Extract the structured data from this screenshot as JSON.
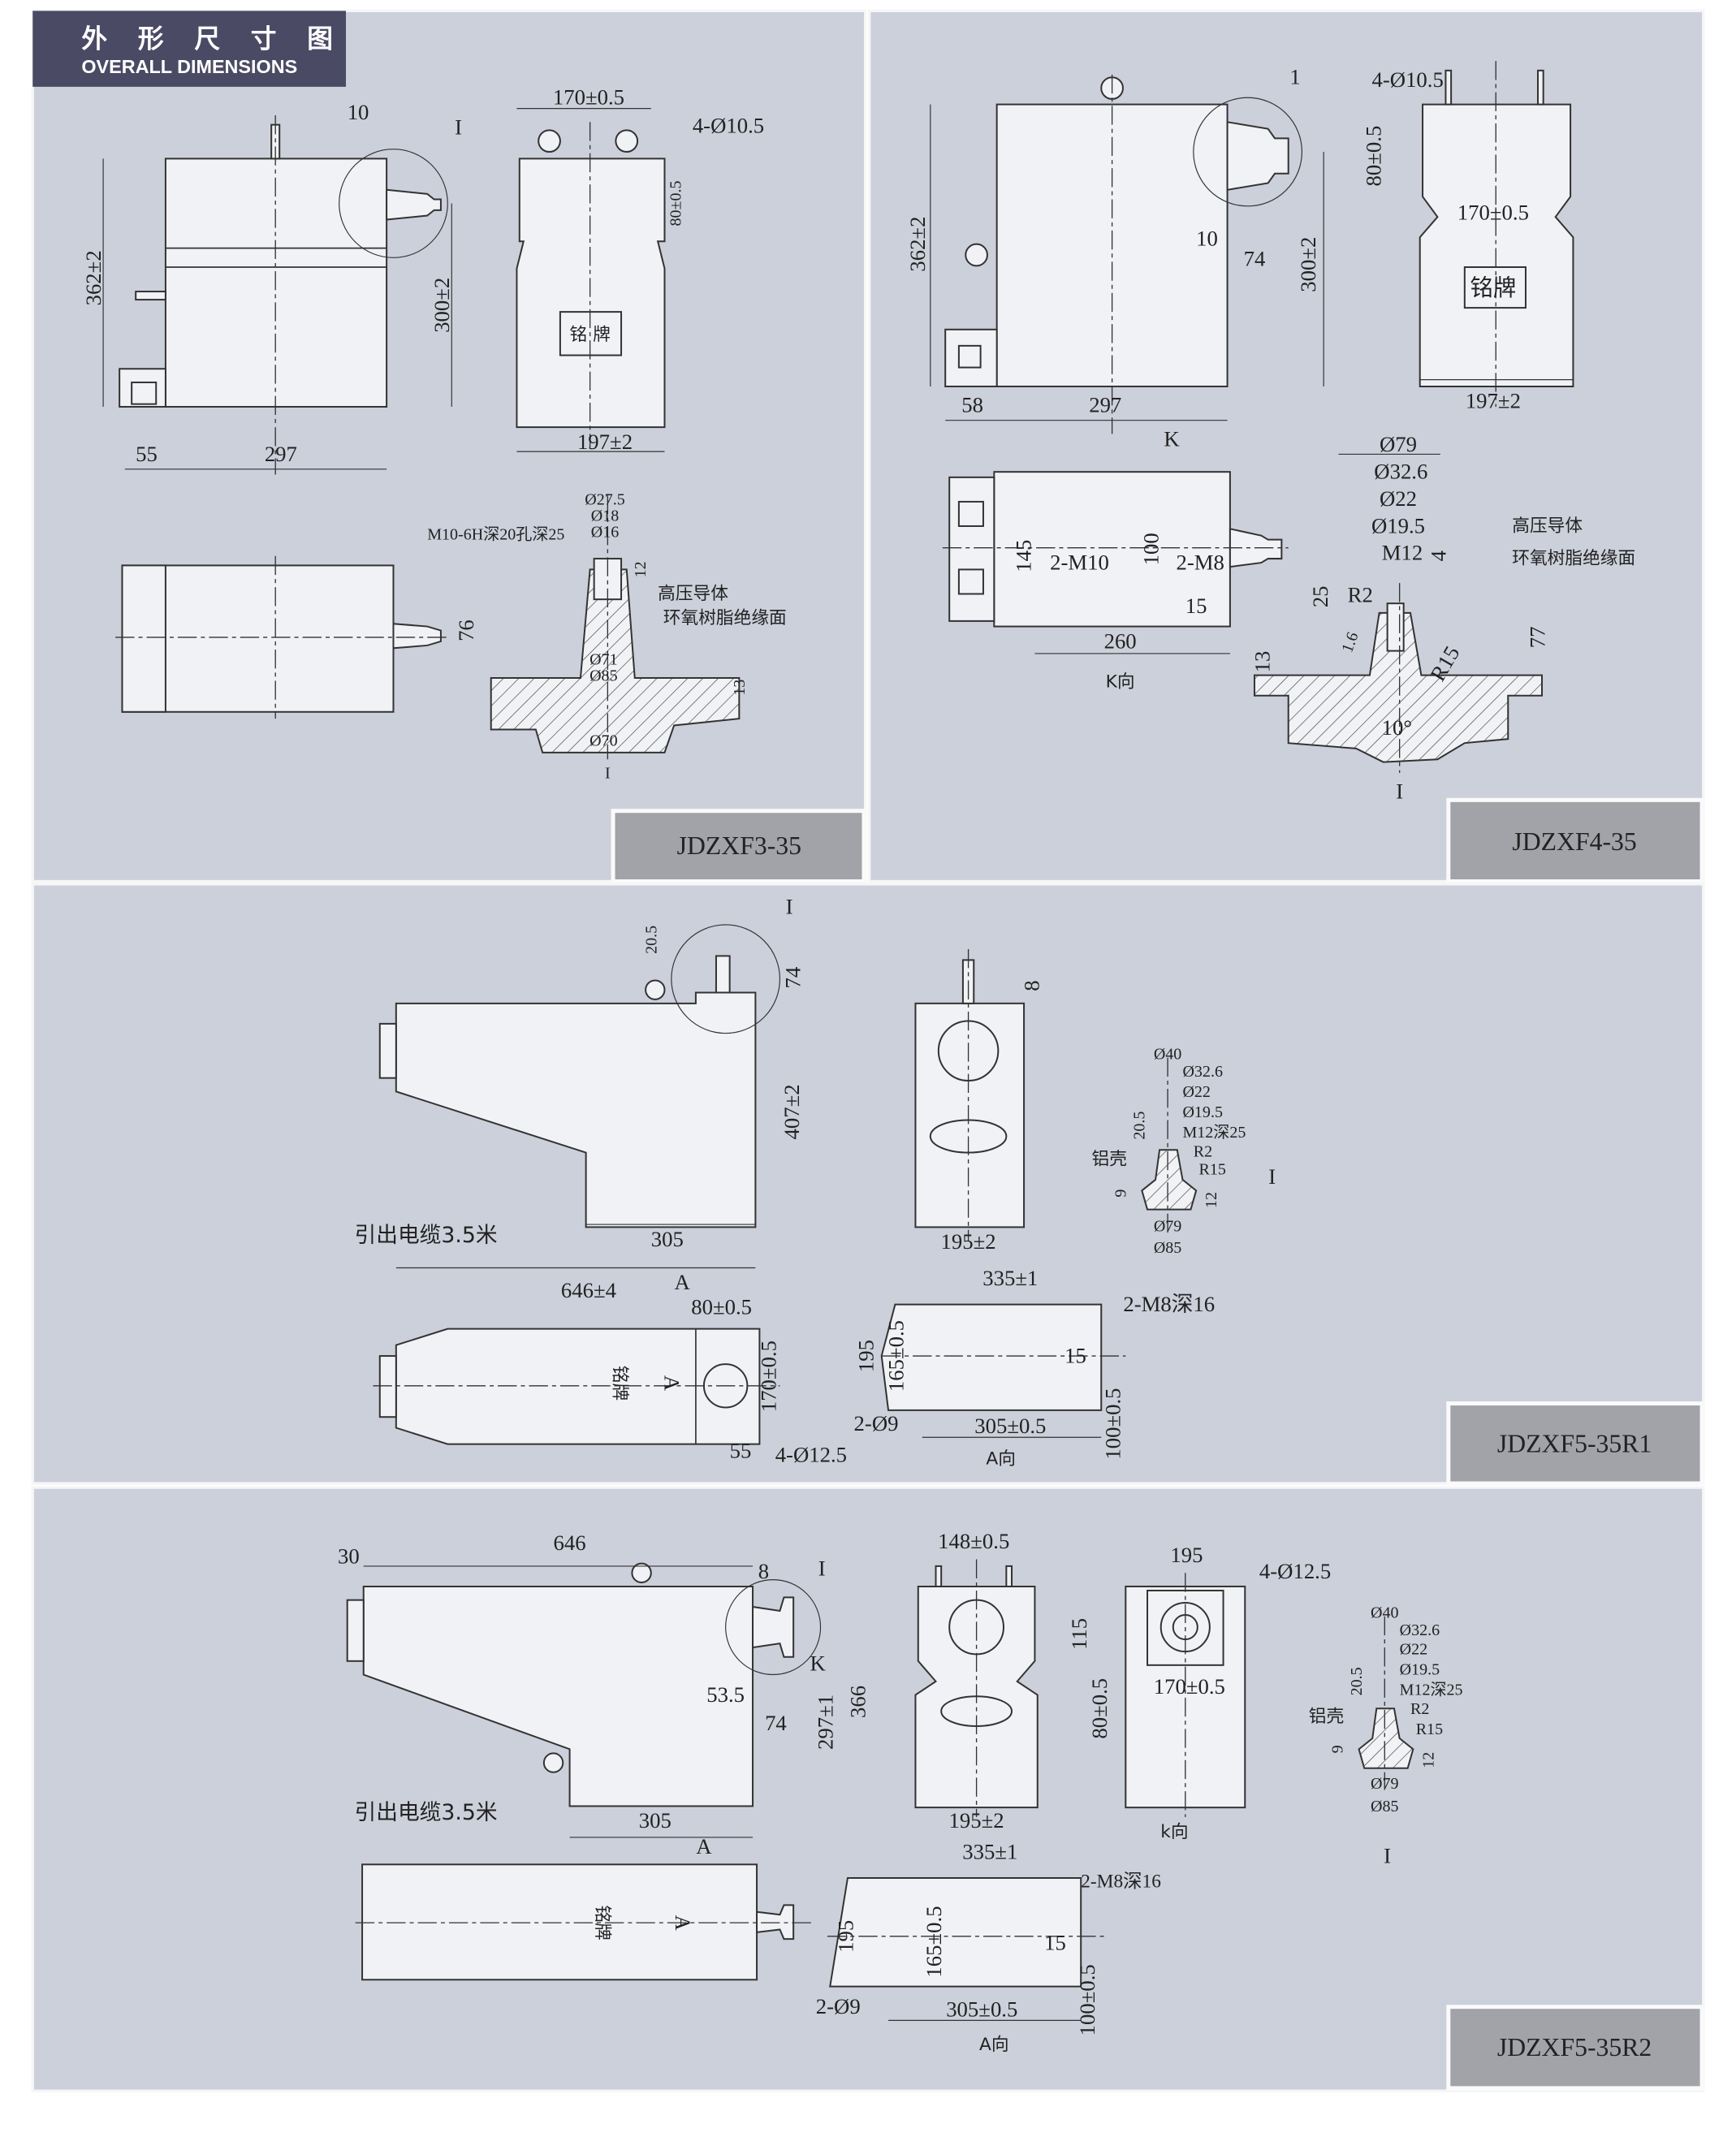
{
  "header": {
    "title_cn": "外 形 尺 寸 图",
    "title_en": "OVERALL DIMENSIONS"
  },
  "p1": {
    "model": "JDZXF3-35",
    "l": [
      "10",
      "I",
      "362±2",
      "300±2",
      "55",
      "297",
      "170±0.5",
      "4-Ø10.5",
      "80±0.5",
      "铭 牌",
      "197±2",
      "M10-6H深20孔深25",
      "Ø27.5",
      "Ø18",
      "Ø16",
      "12",
      "76",
      "高压导体",
      "环氧树脂绝缘面",
      "Ø71",
      "Ø85",
      "13",
      "Ø70",
      "I"
    ]
  },
  "p2": {
    "model": "JDZXF4-35",
    "l": [
      "1",
      "4-Ø10.5",
      "362±2",
      "10",
      "74",
      "300±2",
      "58",
      "297",
      "K",
      "80±0.5",
      "170±0.5",
      "铭牌",
      "197±2",
      "145",
      "2-M10",
      "100",
      "2-M8",
      "15",
      "260",
      "K向",
      "Ø79",
      "Ø32.6",
      "Ø22",
      "Ø19.5",
      "M12",
      "4",
      "高压导体",
      "环氧树脂绝缘面",
      "25",
      "R2",
      "1.6",
      "77",
      "13",
      "R15",
      "10°",
      "I"
    ]
  },
  "p3": {
    "model": "JDZXF5-35R1",
    "l": [
      "20.5",
      "I",
      "74",
      "407±2",
      "引出电缆3.5米",
      "305",
      "646±4",
      "A",
      "8",
      "195±2",
      "Ø40",
      "Ø32.6",
      "Ø22",
      "Ø19.5",
      "M12深25",
      "20.5",
      "铝壳",
      "R2",
      "R15",
      "I",
      "9",
      "12",
      "Ø79",
      "Ø85",
      "80±0.5",
      "170±0.5",
      "55",
      "4-Ø12.5",
      "铭牌",
      "A",
      "335±1",
      "2-M8深16",
      "195",
      "165±0.5",
      "15",
      "2-Ø9",
      "305±0.5",
      "100±0.5",
      "A向"
    ]
  },
  "p4": {
    "model": "JDZXF5-35R2",
    "l": [
      "30",
      "646",
      "8",
      "I",
      "K",
      "53.5",
      "74",
      "297±1",
      "366",
      "引出电缆3.5米",
      "305",
      "A",
      "148±0.5",
      "195±2",
      "195",
      "4-Ø12.5",
      "115",
      "170±0.5",
      "80±0.5",
      "k向",
      "Ø40",
      "Ø32.6",
      "Ø22",
      "Ø19.5",
      "M12深25",
      "20.5",
      "铝壳",
      "R2",
      "R15",
      "9",
      "12",
      "Ø79",
      "Ø85",
      "I",
      "铭牌",
      "A",
      "335±1",
      "2-M8深16",
      "195",
      "165±0.5",
      "15",
      "2-Ø9",
      "305±0.5",
      "100±0.5",
      "A向"
    ]
  }
}
